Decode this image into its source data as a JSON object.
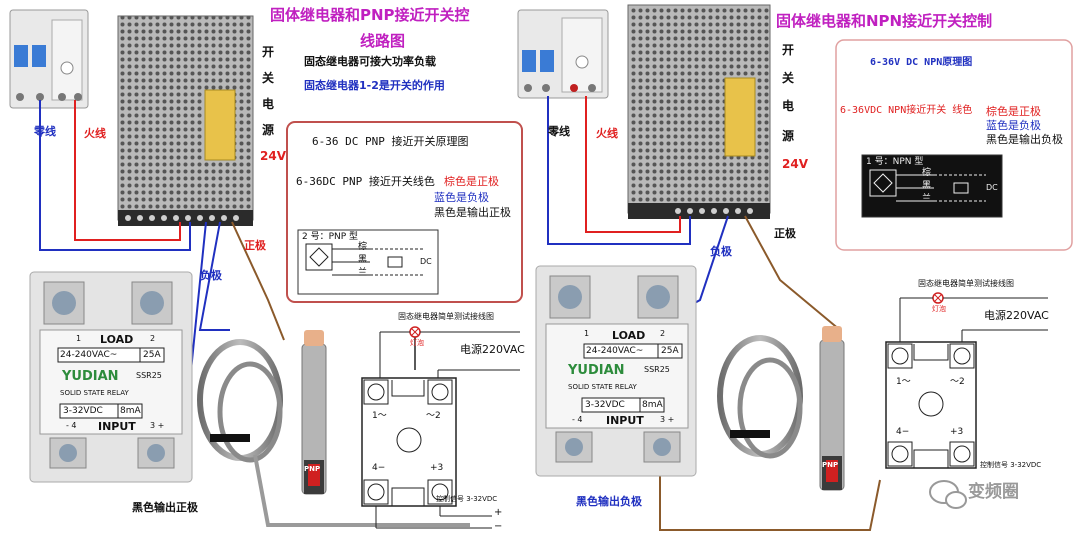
{
  "left": {
    "title_line1": "固体继电器和PNP接近开关控",
    "title_line2": "线路图",
    "note1": "固态继电器可接大功率负载",
    "note2": "固态继电器1-2是开关的作用",
    "psu_v1": "开",
    "psu_v2": "关",
    "psu_v3": "电",
    "psu_v4": "源",
    "psu_voltage": "24V",
    "neutral": "零线",
    "live": "火线",
    "positive": "正极",
    "negative": "负极",
    "bottom_label": "黑色输出正极",
    "box_title": "6-36 DC PNP 接近开关原理图",
    "box_line1_a": "6-36DC PNP 接近开关线色",
    "box_line1_b": "棕色是正极",
    "box_line2": "蓝色是负极",
    "box_line3": "黑色是输出正极",
    "sym_title": "2 号：PNP 型",
    "sym_brown": "棕",
    "sym_black": "黑",
    "sym_blue": "兰",
    "sym_dc": "DC",
    "test_title": "固态继电器简单测试接线图",
    "lamp": "灯泡",
    "mains": "电源220VAC",
    "t1": "1～",
    "t2": "～2",
    "t3": "+3",
    "t4": "4−",
    "ctrl": "控制信号 3-32VDC",
    "plus": "+",
    "minus": "−",
    "ssr": {
      "load": "LOAD",
      "n1": "1",
      "n2": "2",
      "range": "24-240VAC~",
      "amp": "25A",
      "brand": "YUDIAN",
      "model": "SSR25",
      "relay": "SOLID STATE RELAY",
      "dc": "3-32VDC",
      "ma": "8mA",
      "input": "INPUT",
      "n4": "- 4",
      "n3": "3 +"
    },
    "pnp": "PNP"
  },
  "right": {
    "title": "固体继电器和NPN接近开关控制",
    "psu_v1": "开",
    "psu_v2": "关",
    "psu_v3": "电",
    "psu_v4": "源",
    "psu_voltage": "24V",
    "neutral": "零线",
    "live": "火线",
    "positive": "正极",
    "negative": "负极",
    "bottom_label": "黑色输出负极",
    "box_title": "6-36V DC NPN原理图",
    "box_line1_a": "6-36VDC NPN接近开关 线色",
    "box_line1_b": "棕色是正极",
    "box_line2": "蓝色是负极",
    "box_line3": "黑色是输出负极",
    "sym_title": "1 号：NPN 型",
    "sym_brown": "棕",
    "sym_black": "黑",
    "sym_blue": "兰",
    "sym_dc": "DC",
    "test_title": "固态继电器简单测试接线图",
    "lamp": "灯泡",
    "mains": "电源220VAC",
    "t1": "1～",
    "t2": "～2",
    "t3": "+3",
    "t4": "4−",
    "ctrl": "控制信号 3-32VDC",
    "ssr": {
      "load": "LOAD",
      "n1": "1",
      "n2": "2",
      "range": "24-240VAC~",
      "amp": "25A",
      "brand": "YUDIAN",
      "model": "SSR25",
      "relay": "SOLID STATE RELAY",
      "dc": "3-32VDC",
      "ma": "8mA",
      "input": "INPUT",
      "n4": "- 4",
      "n3": "3 +"
    },
    "pnp": "PNP"
  },
  "watermark": "变频圈",
  "colors": {
    "title": "#c020c0",
    "red_wire": "#e02020",
    "blue_wire": "#2030c0",
    "brown_wire": "#8b5a2b",
    "frame": "#c0504d"
  }
}
